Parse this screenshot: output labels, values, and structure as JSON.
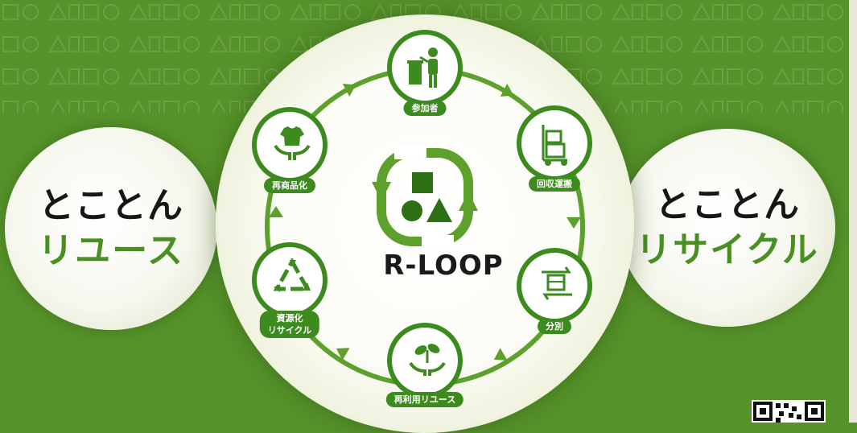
{
  "left_circle": {
    "line1": "とことん",
    "line2": "リユース"
  },
  "right_circle": {
    "line1": "とことん",
    "line2": "リサイクル"
  },
  "center": {
    "brand": "R-LOOP"
  },
  "cycle_steps": [
    {
      "label": "参加者",
      "icon": "person-trash-bin-icon"
    },
    {
      "label": "回収運搬",
      "icon": "hand-truck-boxes-icon"
    },
    {
      "label": "分別",
      "icon": "sorting-box-arrows-icon"
    },
    {
      "label": "再利用リユース",
      "icon": "hands-sprout-icon"
    },
    {
      "label": "資源化\nリサイクル",
      "icon": "recycle-triangle-icon"
    },
    {
      "label": "再商品化",
      "icon": "hands-shirt-icon"
    }
  ],
  "colors": {
    "background": "#56932a",
    "ring": "#5da02c",
    "node_border": "#3d8a1e",
    "accent_text": "#4a8f22",
    "dark_text": "#161616"
  }
}
